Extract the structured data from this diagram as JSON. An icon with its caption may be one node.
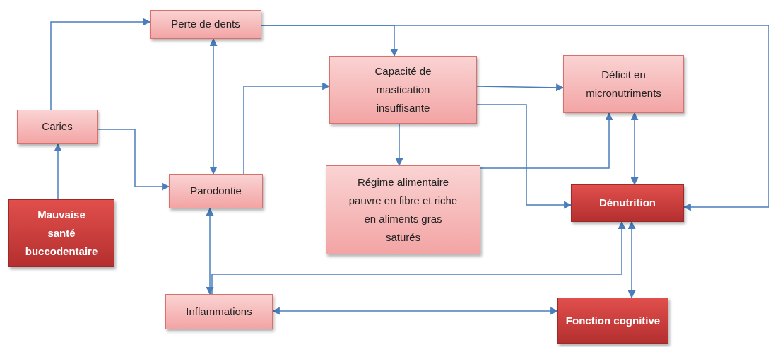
{
  "diagram": {
    "nodes": [
      {
        "text": [
          "Perte de dents"
        ]
      },
      {
        "text": [
          "Caries"
        ]
      },
      {
        "text": [
          "Capacité de mastication insuffisante"
        ]
      },
      {
        "text": [
          "Déficit en micronutriments"
        ]
      },
      {
        "text": [
          "Parodontie"
        ]
      },
      {
        "text": [
          "Régime alimentaire pauvre en fibre et riche en aliments gras saturés"
        ]
      },
      {
        "text": [
          "Dénutrition"
        ]
      },
      {
        "text": [
          "Mauvaise santé buccodentaire"
        ]
      },
      {
        "text": [
          "Inflammations"
        ]
      },
      {
        "text": [
          "Fonction cognitive"
        ]
      }
    ],
    "edges": [
      {
        "from": 1,
        "to": 0,
        "arrow": "to"
      },
      {
        "from": 0,
        "to": 4,
        "arrow": "both"
      },
      {
        "from": 0,
        "to": 2,
        "arrow": "to"
      },
      {
        "from": 0,
        "to": 6,
        "arrow": "to"
      },
      {
        "from": 1,
        "to": 4,
        "arrow": "to"
      },
      {
        "from": 7,
        "to": 1,
        "arrow": "to"
      },
      {
        "from": 4,
        "to": 2,
        "arrow": "to"
      },
      {
        "from": 2,
        "to": 3,
        "arrow": "to"
      },
      {
        "from": 2,
        "to": 5,
        "arrow": "to"
      },
      {
        "from": 2,
        "to": 6,
        "arrow": "to"
      },
      {
        "from": 5,
        "to": 3,
        "arrow": "to"
      },
      {
        "from": 3,
        "to": 6,
        "arrow": "both"
      },
      {
        "from": 4,
        "to": 8,
        "arrow": "both"
      },
      {
        "from": 8,
        "to": 6,
        "arrow": "to"
      },
      {
        "from": 8,
        "to": 9,
        "arrow": "both"
      },
      {
        "from": 6,
        "to": 9,
        "arrow": "both"
      }
    ]
  }
}
